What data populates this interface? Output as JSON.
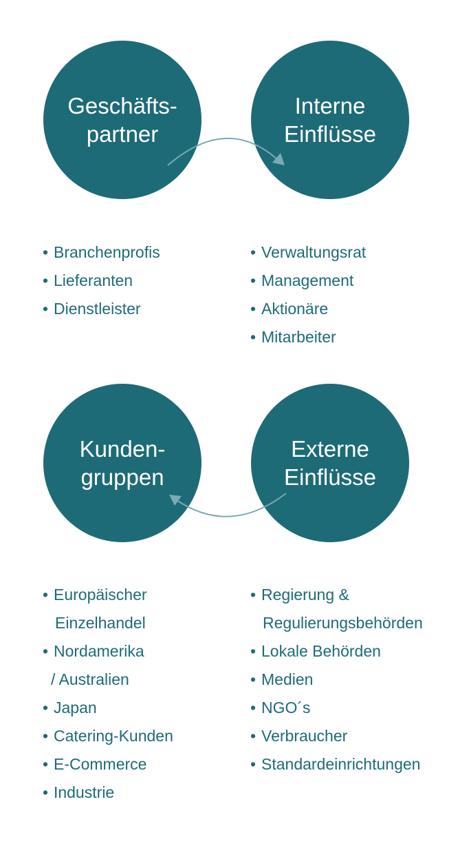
{
  "colors": {
    "circle_fill": "#1d6b76",
    "circle_text": "#ffffff",
    "list_text": "#1d6b76",
    "arrow": "#7aaab3"
  },
  "circles": {
    "geschaeftspartner": [
      "Geschäfts-",
      "partner"
    ],
    "interne": [
      "Interne",
      "Einflüsse"
    ],
    "kunden": [
      "Kunden-",
      "gruppen"
    ],
    "externe": [
      "Externe",
      "Einflüsse"
    ]
  },
  "lists": {
    "geschaeftspartner": [
      {
        "lines": [
          "Branchenprofis"
        ]
      },
      {
        "lines": [
          "Lieferanten"
        ]
      },
      {
        "lines": [
          "Dienstleister"
        ]
      }
    ],
    "interne": [
      {
        "lines": [
          "Verwaltungsrat"
        ]
      },
      {
        "lines": [
          "Management"
        ]
      },
      {
        "lines": [
          "Aktionäre"
        ]
      },
      {
        "lines": [
          "Mitarbeiter"
        ]
      }
    ],
    "kunden": [
      {
        "lines": [
          "Europäischer",
          "Einzelhandel"
        ]
      },
      {
        "lines": [
          "Nordamerika",
          "/ Australien"
        ]
      },
      {
        "lines": [
          "Japan"
        ]
      },
      {
        "lines": [
          "Catering-Kunden"
        ]
      },
      {
        "lines": [
          "E-Commerce"
        ]
      },
      {
        "lines": [
          "Industrie"
        ]
      }
    ],
    "externe": [
      {
        "lines": [
          "Regierung &",
          "Regulierungsbehörden"
        ]
      },
      {
        "lines": [
          "Lokale Behörden"
        ]
      },
      {
        "lines": [
          "Medien"
        ]
      },
      {
        "lines": [
          "NGO´s"
        ]
      },
      {
        "lines": [
          "Verbraucher"
        ]
      },
      {
        "lines": [
          "Standardeinrichtungen"
        ]
      }
    ]
  }
}
